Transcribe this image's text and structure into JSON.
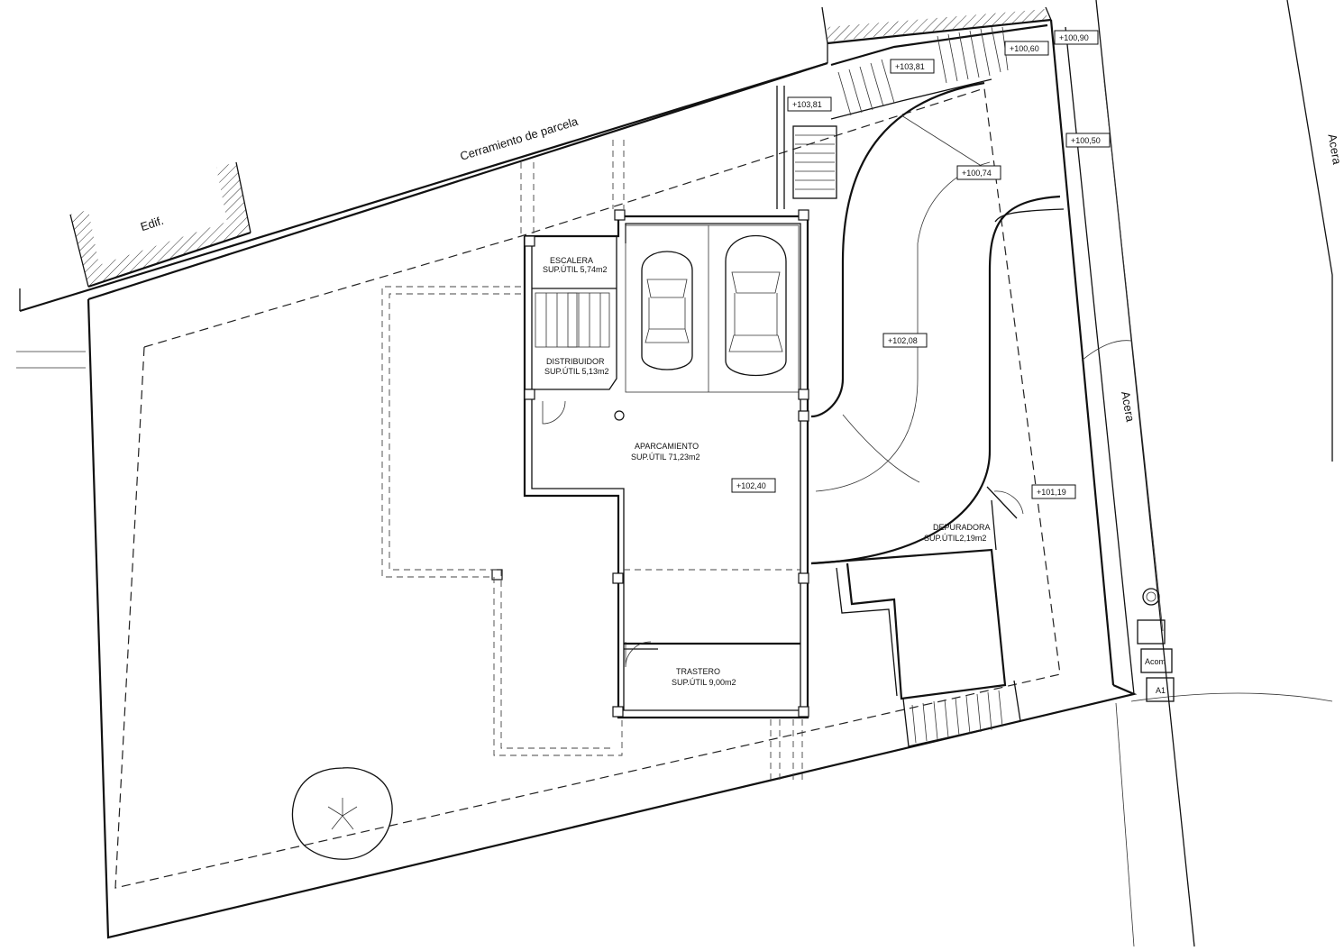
{
  "labels": {
    "edif": "Edif.",
    "cerramiento": "Cerramiento de parcela",
    "acera_top": "Acera",
    "acera_right": "Acera",
    "escalera_name": "ESCALERA",
    "escalera_area": "SUP.ÚTIL 5,74m2",
    "distribuidor_name": "DISTRIBUIDOR",
    "distribuidor_area": "SUP.ÚTIL 5,13m2",
    "aparcamiento_name": "APARCAMIENTO",
    "aparcamiento_area": "SUP.ÚTIL 71,23m2",
    "trastero_name": "TRASTERO",
    "trastero_area": "SUP.ÚTIL 9,00m2",
    "depuradora_name": "DEPURADORA",
    "depuradora_area": "SUP.ÚTIL2,19m2",
    "acom": "Acom",
    "a1": "A1"
  },
  "levels": {
    "l_100_60": "+100,60",
    "l_100_90": "+100,90",
    "l_103_81_a": "+103,81",
    "l_103_81_b": "+103,81",
    "l_100_50": "+100,50",
    "l_100_74": "+100,74",
    "l_102_08": "+102,08",
    "l_102_40": "+102,40",
    "l_101_19": "+101,19"
  }
}
